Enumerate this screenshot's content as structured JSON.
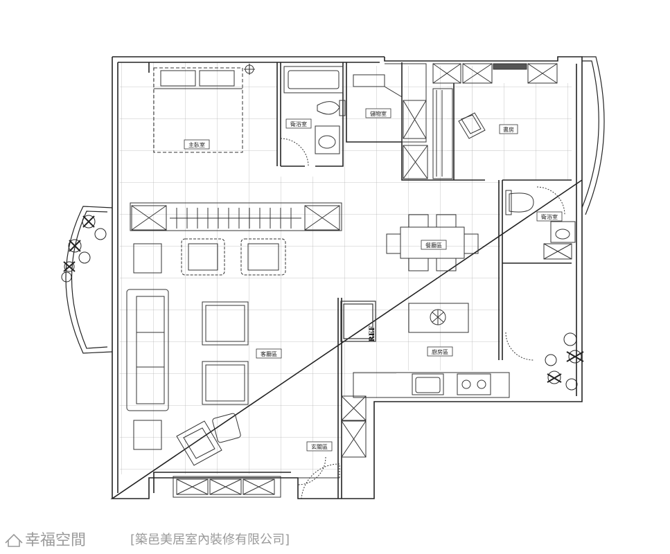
{
  "colors": {
    "line": "#222222",
    "tile": "#b5b5b5",
    "watermark": "#9a9a9a",
    "background": "#ffffff"
  },
  "rooms": {
    "master_bedroom": "主臥室",
    "bathroom_1": "衛浴室",
    "storage": "儲物室",
    "study": "書房",
    "bathroom_2": "衛浴室",
    "dining": "餐廳區",
    "living": "客廳區",
    "kitchen": "廚房區",
    "entrance": "玄關區"
  },
  "appliance": {
    "fridge_label": "REF"
  },
  "watermark": {
    "icon": "house-outline-icon",
    "brand": "幸福空間",
    "credit": "[築邑美居室內裝修有限公司]"
  }
}
